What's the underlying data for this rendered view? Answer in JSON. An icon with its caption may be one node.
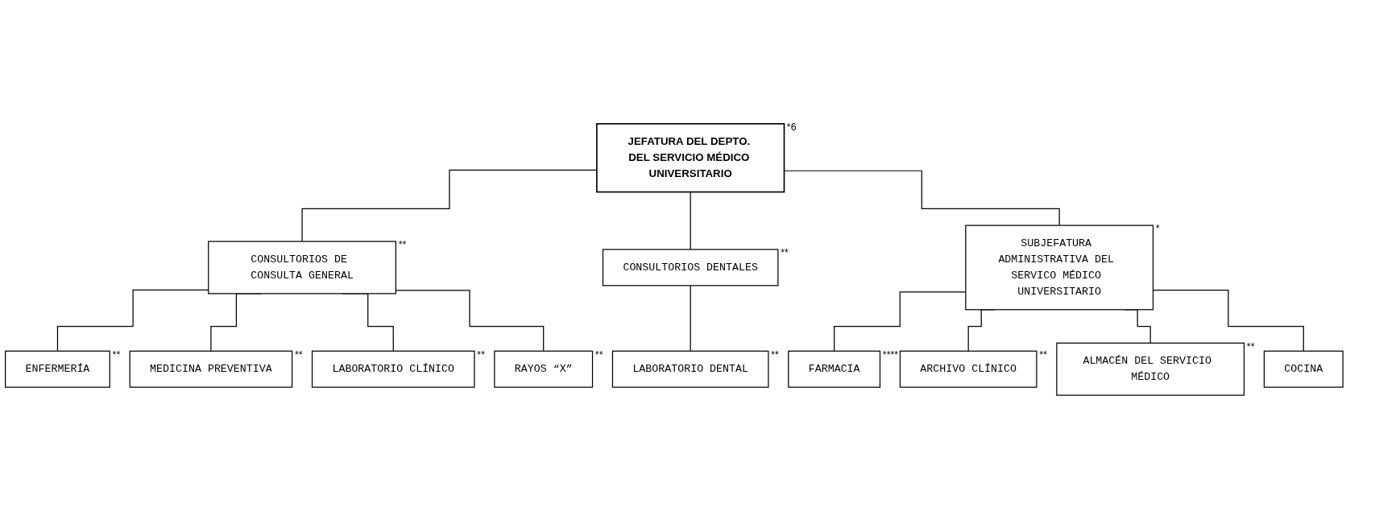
{
  "diagram": {
    "nodes": [
      {
        "text": [
          "JEFATURA DEL DEPTO. DEL SERVICIO MÉDICO UNIVERSITARIO"
        ],
        "beside": [
          "*6"
        ]
      },
      {
        "text": [
          "CONSULTORIOS DE CONSULTA GENERAL"
        ],
        "beside": [
          "**"
        ]
      },
      {
        "text": [
          "CONSULTORIOS DENTALES"
        ],
        "beside": [
          "**"
        ]
      },
      {
        "text": [
          "SUBJEFATURA ADMINISTRATIVA DEL SERVICO MÉDICO UNIVERSITARIO"
        ],
        "beside": [
          "*"
        ]
      },
      {
        "text": [
          "ENFERMERÍA"
        ],
        "beside": [
          "**"
        ]
      },
      {
        "text": [
          "MEDICINA PREVENTIVA"
        ],
        "beside": [
          "**"
        ]
      },
      {
        "text": [
          "LABORATORIO CLÍNICO"
        ],
        "beside": [
          "**"
        ]
      },
      {
        "text": [
          "RAYOS “X”"
        ],
        "beside": [
          "**"
        ]
      },
      {
        "text": [
          "LABORATORIO DENTAL"
        ],
        "beside": [
          "**"
        ]
      },
      {
        "text": [
          "FARMACIA"
        ],
        "beside": [
          "****"
        ]
      },
      {
        "text": [
          "ARCHIVO CLÍNICO"
        ],
        "beside": [
          "**"
        ]
      },
      {
        "text": [
          "ALMACÉN DEL SERVICIO MÉDICO"
        ],
        "beside": [
          "**"
        ]
      },
      {
        "text": [
          "COCINA"
        ]
      }
    ],
    "edges": [
      {
        "from": 0,
        "to": 1,
        "arrow": "none"
      },
      {
        "from": 0,
        "to": 2,
        "arrow": "none"
      },
      {
        "from": 0,
        "to": 3,
        "arrow": "none"
      },
      {
        "from": 1,
        "to": 4,
        "arrow": "none"
      },
      {
        "from": 1,
        "to": 5,
        "arrow": "none"
      },
      {
        "from": 1,
        "to": 6,
        "arrow": "none"
      },
      {
        "from": 1,
        "to": 7,
        "arrow": "none"
      },
      {
        "from": 2,
        "to": 8,
        "arrow": "none"
      },
      {
        "from": 3,
        "to": 9,
        "arrow": "none"
      },
      {
        "from": 3,
        "to": 10,
        "arrow": "none"
      },
      {
        "from": 3,
        "to": 11,
        "arrow": "none"
      },
      {
        "from": 3,
        "to": 12,
        "arrow": "none"
      }
    ]
  }
}
